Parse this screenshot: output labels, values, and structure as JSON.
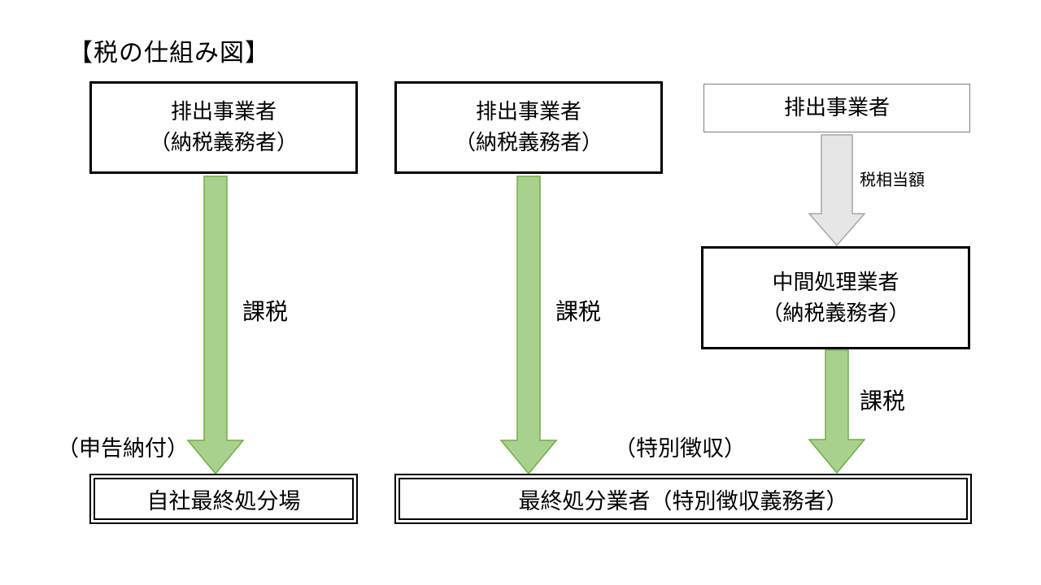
{
  "title": "【税の仕組み図】",
  "flow_left": {
    "source_line1": "排出事業者",
    "source_line2": "（納税義務者）",
    "arrow_label": "課税",
    "method_label": "（申告納付）",
    "destination": "自社最終処分場"
  },
  "flow_middle": {
    "source_line1": "排出事業者",
    "source_line2": "（納税義務者）",
    "arrow_label": "課税",
    "method_label": "（特別徴収）",
    "destination": "最終処分業者（特別徴収義務者）"
  },
  "flow_right": {
    "source": "排出事業者",
    "transfer_label": "税相当額",
    "intermediate_line1": "中間処理業者",
    "intermediate_line2": "（納税義務者）",
    "arrow_label": "課税"
  },
  "colors": {
    "green_arrow_fill": "#A9D18E",
    "green_arrow_stroke": "#70AD47",
    "gray_arrow_fill": "#E7E6E6",
    "gray_arrow_stroke": "#A6A6A6",
    "thick_box_border": "#000000",
    "thin_box_border": "#7F7F7F"
  }
}
